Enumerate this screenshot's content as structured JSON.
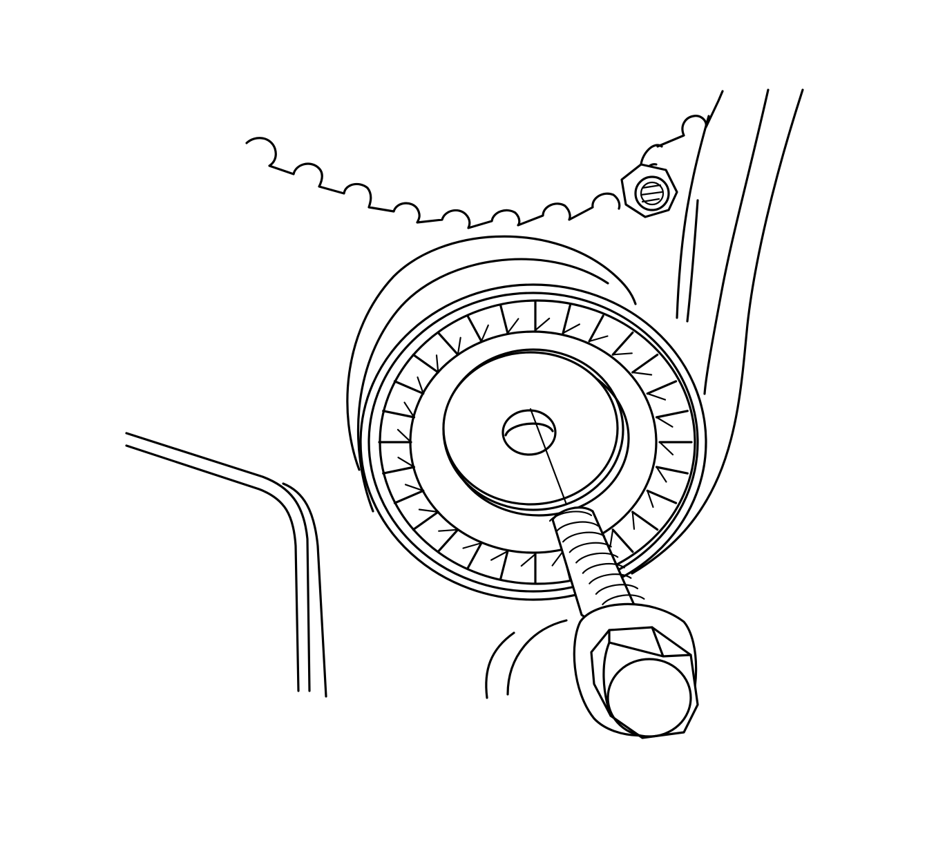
{
  "colors": {
    "ink": "#000000",
    "paper": "#ffffff"
  },
  "figure": {
    "type": "line-art-service-illustration",
    "components": [
      "timing-belt",
      "belt-idler-pulley",
      "idler-pulley-bolt",
      "pulley-bearing-rollers",
      "nut",
      "engine-front-cover"
    ]
  }
}
